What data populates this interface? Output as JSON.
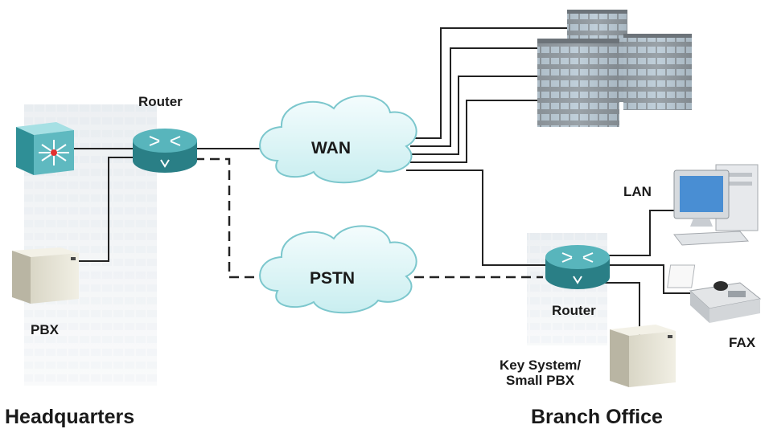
{
  "labels": {
    "router_hq": "Router",
    "wan": "WAN",
    "pstn": "PSTN",
    "pbx": "PBX",
    "lan": "LAN",
    "router_branch": "Router",
    "fax": "FAX",
    "key_system_line1": "Key System/",
    "key_system_line2": "Small PBX",
    "headquarters": "Headquarters",
    "branch_office": "Branch Office"
  },
  "colors": {
    "cloud_fill": "#dff6f7",
    "cloud_stroke": "#6fc0c8",
    "router_top": "#4fb0b8",
    "router_side": "#2a7f86",
    "switch_top": "#7ed0d6",
    "switch_side": "#2f8f96",
    "link_line": "#222222",
    "building": "#9aa3aa",
    "building_faded": "#eef1f3"
  }
}
